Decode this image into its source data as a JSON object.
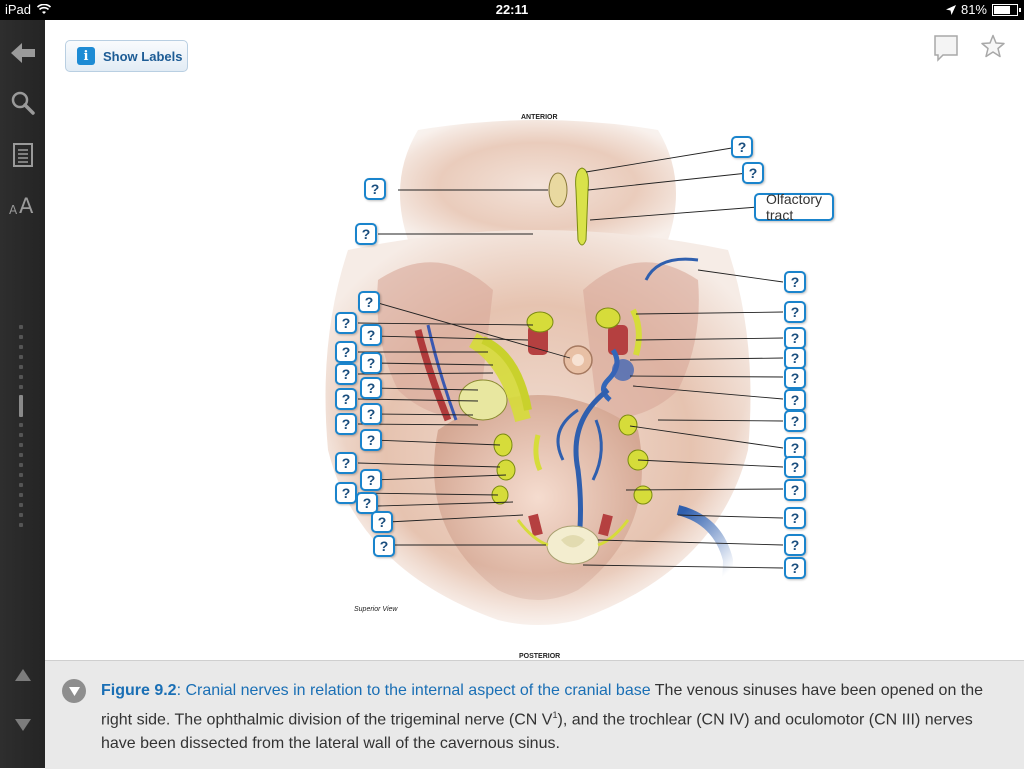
{
  "status_bar": {
    "device": "iPad",
    "time": "22:11",
    "battery": "81%",
    "battery_level": 0.81
  },
  "toolbar": {
    "show_labels": "Show Labels"
  },
  "figure": {
    "anterior": "ANTERIOR",
    "posterior": "POSTERIOR",
    "view": "Superior View",
    "revealed_label": "Olfactory tract",
    "hidden_marker": "?"
  },
  "caption": {
    "figure_number": "Figure 9.2",
    "separator": ": ",
    "title": "Cranial nerves in relation to the internal aspect of the cranial base",
    "body_part1": " The venous sinuses have been opened on the right side. The ophthalmic division of the trigeminal nerve (CN V",
    "superscript": "1",
    "body_part2": "), and the trochlear (CN IV) and oculomotor (CN III) nerves have been dissected from the lateral wall of the cavernous sinus."
  },
  "colors": {
    "accent": "#1a84cc",
    "caption_link": "#1a6fb5",
    "sidebar": "#2a2a2a",
    "caption_bg": "#e9e9e9"
  }
}
